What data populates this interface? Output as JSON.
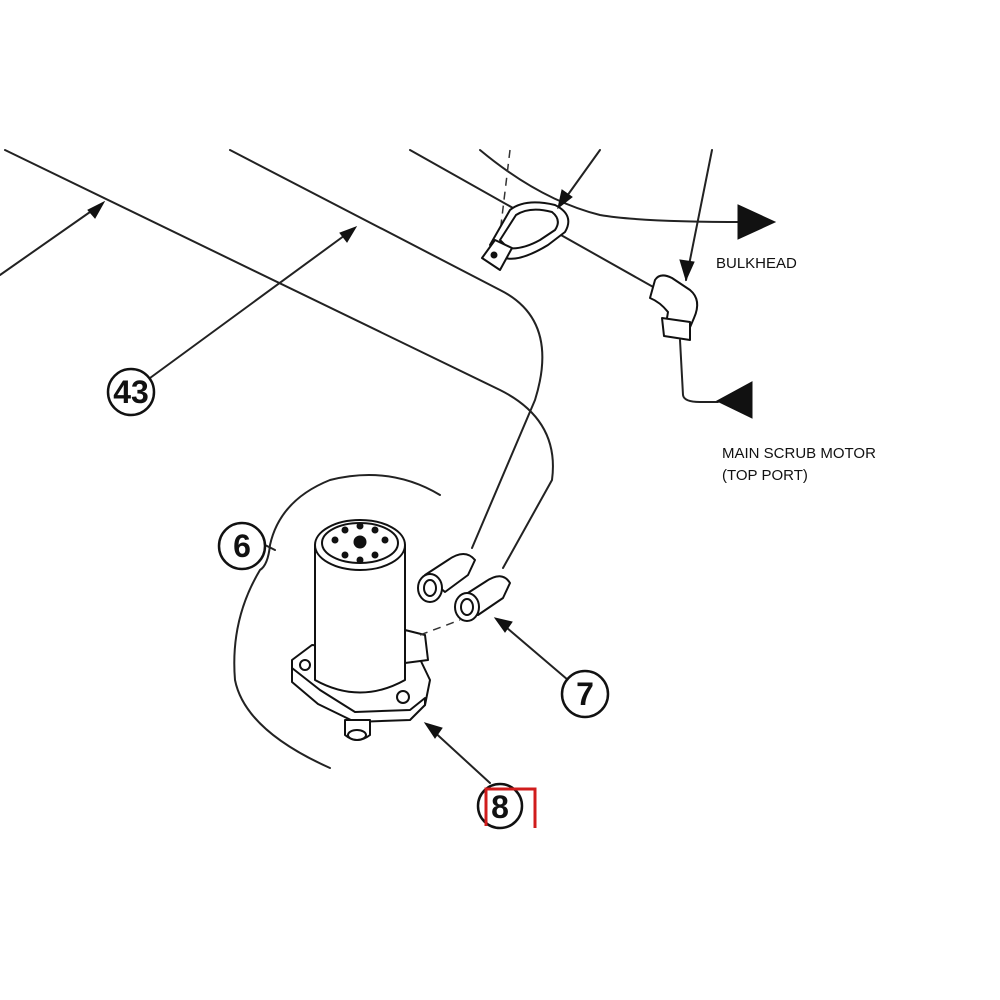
{
  "labels": {
    "bulkhead": "BULKHEAD",
    "main_scrub_motor_line1": "MAIN SCRUB MOTOR",
    "main_scrub_motor_line2": "(TOP PORT)"
  },
  "callouts": {
    "c43": "43",
    "c6": "6",
    "c7": "7",
    "c8": "8"
  },
  "colors": {
    "line": "#222222",
    "highlight": "#d01c1c"
  }
}
